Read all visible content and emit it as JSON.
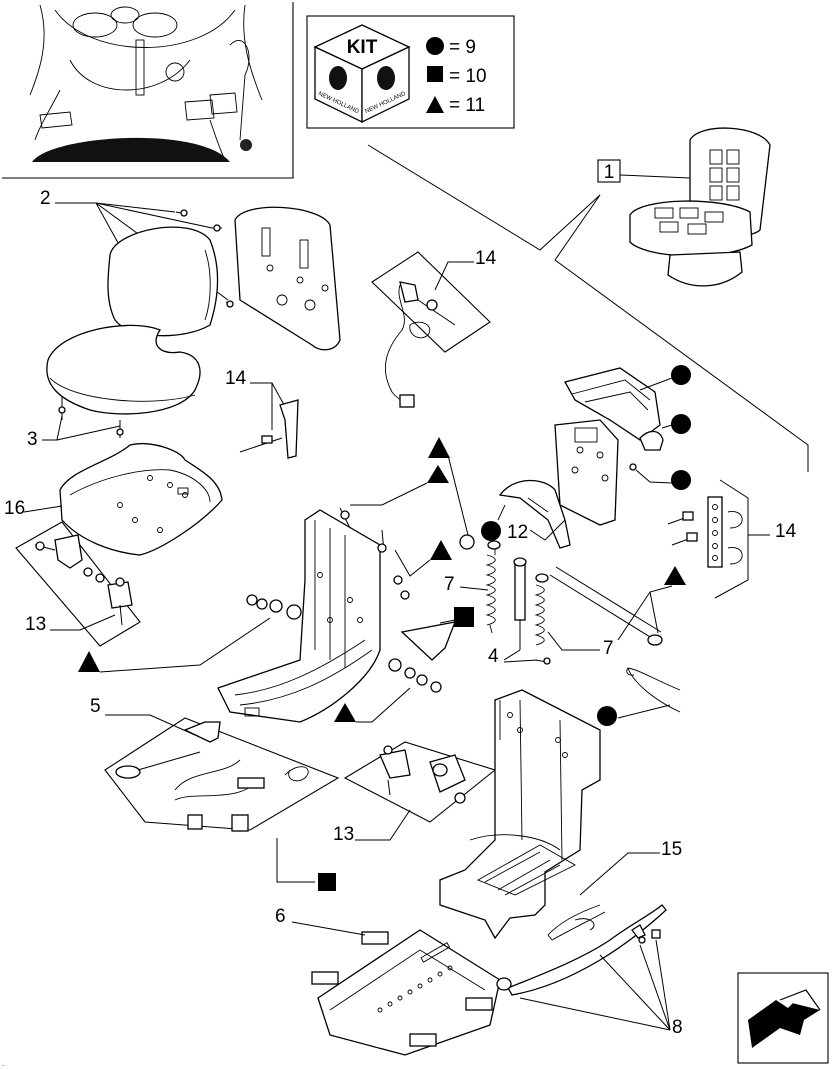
{
  "kit": {
    "title": "KIT",
    "brand": "NEW HOLLAND",
    "legend": [
      {
        "symbol": "circle",
        "value": "= 9"
      },
      {
        "symbol": "square",
        "value": "= 10"
      },
      {
        "symbol": "triangle",
        "value": "= 11"
      }
    ]
  },
  "callouts": {
    "c1": "1",
    "c2": "2",
    "c3": "3",
    "c4": "4",
    "c5": "5",
    "c6": "6",
    "c7a": "7",
    "c7b": "7",
    "c8": "8",
    "c12": "12",
    "c13a": "13",
    "c13b": "13",
    "c14a": "14",
    "c14b": "14",
    "c14c": "14",
    "c15": "15",
    "c16": "16"
  },
  "colors": {
    "ink": "#000000",
    "paper": "#ffffff",
    "shade": "#d9d9d9"
  },
  "icons": {
    "nav": "back-arrow-icon",
    "brand": "new-holland-leaf-icon"
  }
}
